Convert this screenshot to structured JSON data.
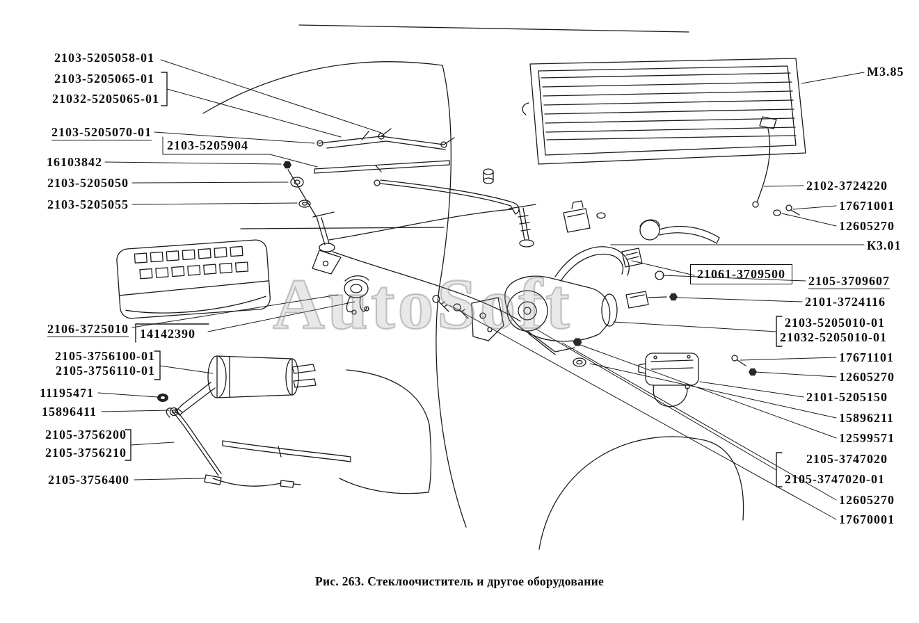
{
  "figure": {
    "caption": "Рис. 263. Стеклоочиститель и другое оборудование",
    "watermark": "AutoSoft"
  },
  "labels": {
    "left": [
      {
        "text": "2103-5205058-01"
      },
      {
        "text": "2103-5205065-01"
      },
      {
        "text": "21032-5205065-01"
      },
      {
        "text": "2103-5205070-01"
      },
      {
        "text": "2103-5205904"
      },
      {
        "text": "16103842"
      },
      {
        "text": "2103-5205050"
      },
      {
        "text": "2103-5205055"
      },
      {
        "text": "2106-3725010"
      },
      {
        "text": "14142390"
      },
      {
        "text": "2105-3756100-01"
      },
      {
        "text": "2105-3756110-01"
      },
      {
        "text": "11195471"
      },
      {
        "text": "15896411"
      },
      {
        "text": "2105-3756200"
      },
      {
        "text": "2105-3756210"
      },
      {
        "text": "2105-3756400"
      }
    ],
    "right": [
      {
        "text": "М3.85"
      },
      {
        "text": "2102-3724220"
      },
      {
        "text": "17671001"
      },
      {
        "text": "12605270"
      },
      {
        "text": "К3.01"
      },
      {
        "text": "21061-3709500"
      },
      {
        "text": "2105-3709607"
      },
      {
        "text": "2101-3724116"
      },
      {
        "text": "2103-5205010-01"
      },
      {
        "text": "21032-5205010-01"
      },
      {
        "text": "17671101"
      },
      {
        "text": "12605270"
      },
      {
        "text": "2101-5205150"
      },
      {
        "text": "15896211"
      },
      {
        "text": "12599571"
      },
      {
        "text": "2105-3747020"
      },
      {
        "text": "2105-3747020-01"
      },
      {
        "text": "12605270"
      },
      {
        "text": "17670001"
      }
    ]
  }
}
